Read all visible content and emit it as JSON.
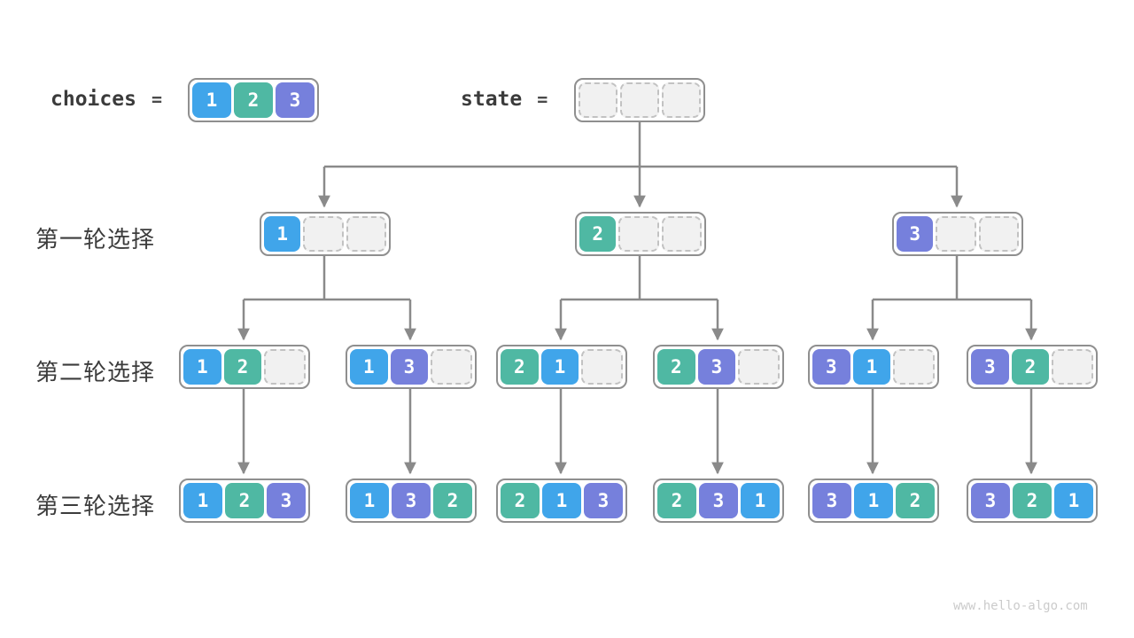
{
  "page": {
    "watermark": "www.hello-algo.com"
  },
  "colors": {
    "1": "#40a5ea",
    "2": "#4fb8a3",
    "3": "#7680dc",
    "empty_fill": "#f1f1f1",
    "empty_border": "#c2c2c2",
    "container_border": "#8f8f8f",
    "arrow": "#8a8a8a",
    "label_text": "#3c3c3c"
  },
  "header": {
    "choices": {
      "label": "choices",
      "equals": "=",
      "cells": [
        "1",
        "2",
        "3"
      ]
    },
    "state": {
      "label": "state",
      "equals": "=",
      "cells": [
        "",
        "",
        ""
      ]
    }
  },
  "rows": [
    {
      "label": "第一轮选择",
      "arrays": [
        [
          "1",
          "",
          ""
        ],
        [
          "2",
          "",
          ""
        ],
        [
          "3",
          "",
          ""
        ]
      ]
    },
    {
      "label": "第二轮选择",
      "arrays": [
        [
          "1",
          "2",
          ""
        ],
        [
          "1",
          "3",
          ""
        ],
        [
          "2",
          "1",
          ""
        ],
        [
          "2",
          "3",
          ""
        ],
        [
          "3",
          "1",
          ""
        ],
        [
          "3",
          "2",
          ""
        ]
      ]
    },
    {
      "label": "第三轮选择",
      "arrays": [
        [
          "1",
          "2",
          "3"
        ],
        [
          "1",
          "3",
          "2"
        ],
        [
          "2",
          "1",
          "3"
        ],
        [
          "2",
          "3",
          "1"
        ],
        [
          "3",
          "1",
          "2"
        ],
        [
          "3",
          "2",
          "1"
        ]
      ]
    }
  ]
}
